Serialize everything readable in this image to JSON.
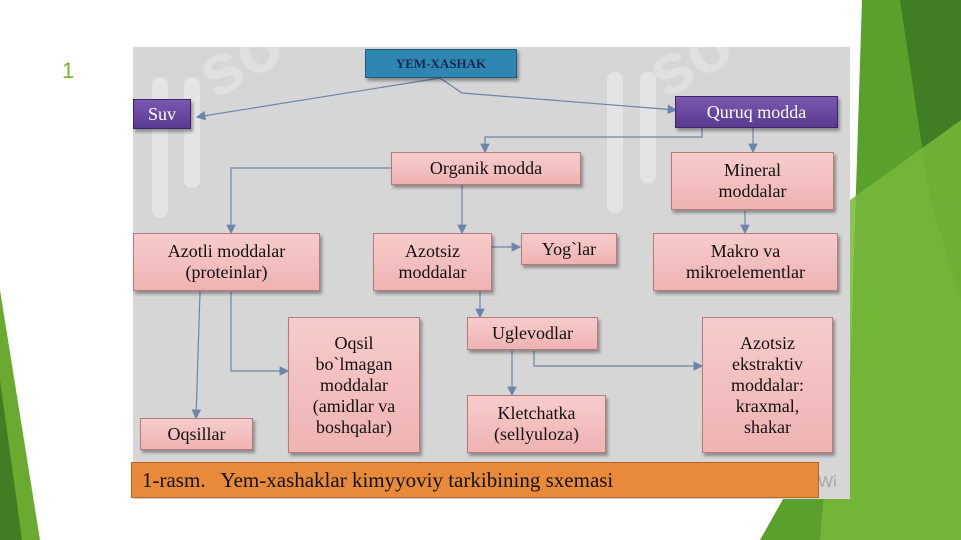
{
  "slide": {
    "number": "1"
  },
  "diagram": {
    "root": "YEM-XASHAK",
    "nodes": {
      "suv": "Suv",
      "quruq_modda": "Quruq modda",
      "organik_modda": "Organik modda",
      "mineral": [
        "Mineral",
        "moddalar"
      ],
      "azotli": [
        "Azotli moddalar",
        "(proteinlar)"
      ],
      "azotsiz": [
        "Azotsiz",
        "moddalar"
      ],
      "yoglar": "Yog`lar",
      "makro": [
        "Makro va",
        "mikroelementlar"
      ],
      "oqsil_bolmagan": [
        "Oqsil",
        "bo`lmagan",
        "moddalar",
        "(amidlar va",
        "boshqalar)"
      ],
      "uglevodlar": "Uglevodlar",
      "ekstraktiv": [
        "Azotsiz",
        "ekstraktiv",
        "moddalar:",
        "kraxmal,",
        "shakar"
      ],
      "oqsillar": "Oqsillar",
      "kletchatka": [
        "Kletchatka",
        "(sellyuloza)"
      ]
    },
    "caption": "1-rasm.   Yem-xashaklar kimyyoviy tarkibining sxemasi"
  },
  "watermark": {
    "text": "Wi"
  },
  "colors": {
    "box_fill": "#f3bfbf",
    "top_box": "#2f86b3",
    "purple_box": "#6a4aa0",
    "caption_fill": "#e88a3a",
    "panel": "#d6d6d6",
    "accent_green": "#7fae2b"
  }
}
